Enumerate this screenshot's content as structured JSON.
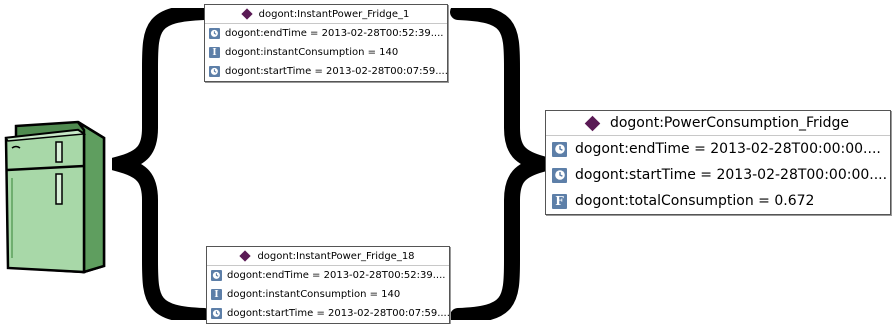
{
  "instances": [
    {
      "title": "dogont:InstantPower_Fridge_1",
      "props": [
        {
          "icon": "clock-icon",
          "text": "dogont:endTime = 2013-02-28T00:52:39...."
        },
        {
          "icon": "integer-icon",
          "text": "dogont:instantConsumption = 140"
        },
        {
          "icon": "clock-icon",
          "text": "dogont:startTime = 2013-02-28T00:07:59...."
        }
      ]
    },
    {
      "title": "dogont:InstantPower_Fridge_18",
      "props": [
        {
          "icon": "clock-icon",
          "text": "dogont:endTime = 2013-02-28T00:52:39...."
        },
        {
          "icon": "integer-icon",
          "text": "dogont:instantConsumption = 140"
        },
        {
          "icon": "clock-icon",
          "text": "dogont:startTime = 2013-02-28T00:07:59...."
        }
      ]
    }
  ],
  "aggregate": {
    "title": "dogont:PowerConsumption_Fridge",
    "props": [
      {
        "icon": "clock-icon",
        "text": "dogont:endTime = 2013-02-28T00:00:00...."
      },
      {
        "icon": "clock-icon",
        "text": "dogont:startTime = 2013-02-28T00:00:00...."
      },
      {
        "icon": "float-icon",
        "text": "dogont:totalConsumption = 0.672"
      }
    ]
  },
  "colors": {
    "diamond": "#5a1a55",
    "icon_bg": "#5d7fa8",
    "fridge": "#8cc88c"
  }
}
